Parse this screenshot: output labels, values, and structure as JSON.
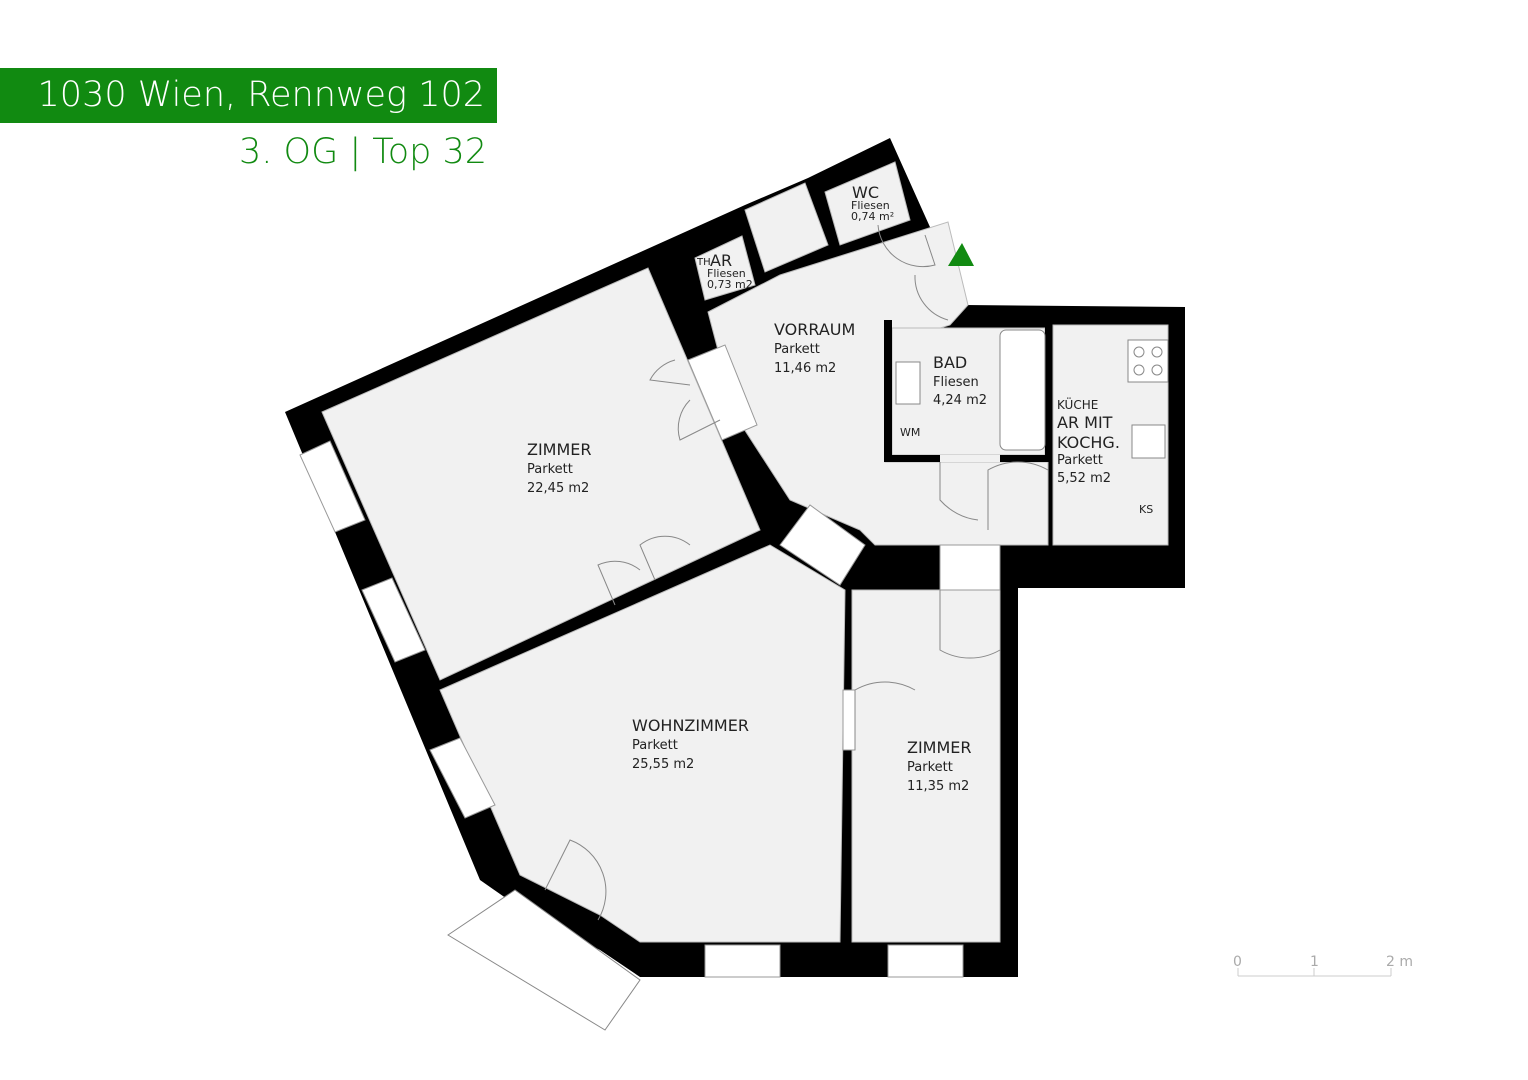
{
  "header": {
    "address": "1030 Wien, Rennweg 102",
    "unit": "3. OG | Top 32"
  },
  "colors": {
    "brand": "#118a11",
    "wall": "#000000",
    "floor": "#f1f1f1"
  },
  "rooms": [
    {
      "name": "ZIMMER",
      "floor": "Parkett",
      "area": "22,45 m2"
    },
    {
      "name": "VORRAUM",
      "floor": "Parkett",
      "area": "11,46 m2"
    },
    {
      "name": "BAD",
      "floor": "Fliesen",
      "area": "4,24 m2"
    },
    {
      "name": "KÜCHE",
      "name2": "AR MIT",
      "name3": "KOCHG.",
      "floor": "Parkett",
      "area": "5,52 m2"
    },
    {
      "name": "WOHNZIMMER",
      "floor": "Parkett",
      "area": "25,55 m2"
    },
    {
      "name": "ZIMMER",
      "floor": "Parkett",
      "area": "11,35 m2"
    },
    {
      "name": "AR",
      "prefix": "TH",
      "floor": "Fliesen",
      "area": "0,73 m2"
    },
    {
      "name": "WC",
      "floor": "Fliesen",
      "area": "0,74 m²"
    }
  ],
  "fixtures": {
    "washer": "WM",
    "fridge": "KS"
  },
  "scale": {
    "labels": [
      "0",
      "1",
      "2 m"
    ]
  },
  "entrance_icon": "entrance-triangle-icon"
}
